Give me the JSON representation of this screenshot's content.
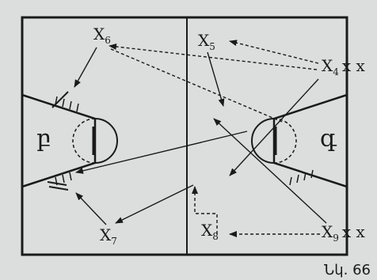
{
  "figure": {
    "caption": "Նկ. 66",
    "left_basket_label": "բ",
    "right_basket_label": "գ"
  },
  "players": {
    "x4": {
      "base": "X",
      "sub": "4",
      "extra": "x x"
    },
    "x5": {
      "base": "X",
      "sub": "5"
    },
    "x6": {
      "base": "X",
      "sub": "6"
    },
    "x7": {
      "base": "X",
      "sub": "7"
    },
    "x8": {
      "base": "X",
      "sub": "8"
    },
    "x9": {
      "base": "X",
      "sub": "9",
      "extra": "x x"
    }
  },
  "colors": {
    "ink": "#1a1a1a",
    "paper": "#dcdedd"
  }
}
